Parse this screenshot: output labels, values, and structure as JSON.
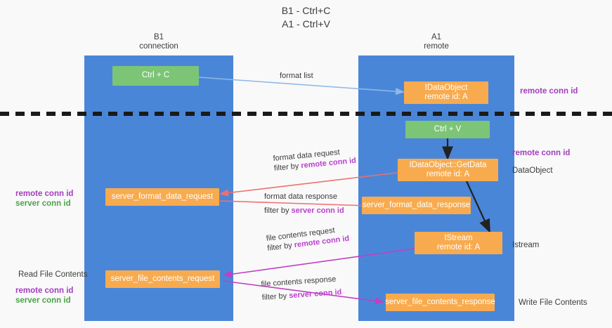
{
  "title": {
    "line1": "B1 - Ctrl+C",
    "line2": "A1 - Ctrl+V"
  },
  "colors": {
    "background": "#f9f9f9",
    "lane": "#4a86d8",
    "node_orange": "#f8ab4e",
    "node_green": "#7cc576",
    "purple_key": "#a33dbf",
    "green_key": "#4aa34a",
    "arrow_blue": "#8cb9e8",
    "arrow_red": "#ef6f6f",
    "arrow_magenta": "#c23fc2",
    "arrow_black": "#222222",
    "divider": "#1a1a1a"
  },
  "lanes": [
    {
      "id": "b1",
      "head_line1": "B1",
      "head_line2": "connection"
    },
    {
      "id": "a1",
      "head_line1": "A1",
      "head_line2": "remote"
    }
  ],
  "nodes": [
    {
      "id": "ctrl-c",
      "kind": "green",
      "line1": "Ctrl + C",
      "line2": ""
    },
    {
      "id": "idataobject-remote",
      "kind": "orange",
      "line1": "IDataObject",
      "line2": "remote id: A"
    },
    {
      "id": "ctrl-v",
      "kind": "green",
      "line1": "Ctrl + V",
      "line2": ""
    },
    {
      "id": "getdata",
      "kind": "orange",
      "line1": "IDataObject::GetData",
      "line2": "remote id: A"
    },
    {
      "id": "server-format-data-request",
      "kind": "orange",
      "line1": "server_format_data_request",
      "line2": ""
    },
    {
      "id": "server-format-data-response",
      "kind": "orange",
      "line1": "server_format_data_response",
      "line2": ""
    },
    {
      "id": "istream",
      "kind": "orange",
      "line1": "IStream",
      "line2": "remote id: A"
    },
    {
      "id": "server-file-contents-request",
      "kind": "orange",
      "line1": "server_file_contents_request",
      "line2": ""
    },
    {
      "id": "server-file-contents-response",
      "kind": "orange",
      "line1": "server_file_contents_response",
      "line2": ""
    }
  ],
  "edge_labels": {
    "format_list": "format list",
    "format_data_request": "format data request",
    "format_data_request_filter_prefix": "filter by ",
    "format_data_request_filter_key": "remote conn id",
    "format_data_response": "format data response",
    "format_data_response_filter_prefix": "filter by ",
    "format_data_response_filter_key": "server conn id",
    "file_contents_request": "file contents request",
    "file_contents_request_filter_prefix": "filter by ",
    "file_contents_request_filter_key": "remote conn id",
    "file_contents_response": "file contents response",
    "file_contents_response_filter_prefix": "filter by ",
    "file_contents_response_filter_key": "server conn id"
  },
  "annotations": {
    "right_top_remote_conn_id": "remote conn id",
    "right_mid_remote_conn_id": "remote conn id",
    "right_dataobject": "DataObject",
    "right_istream": "Istream",
    "right_write_file_contents": "Write File Contents",
    "left_mid_remote_conn_id": "remote conn id",
    "left_mid_server_conn_id": "server conn id",
    "left_read_file_contents": "Read File Contents",
    "left_low_remote_conn_id": "remote conn id",
    "left_low_server_conn_id": "server conn id"
  }
}
